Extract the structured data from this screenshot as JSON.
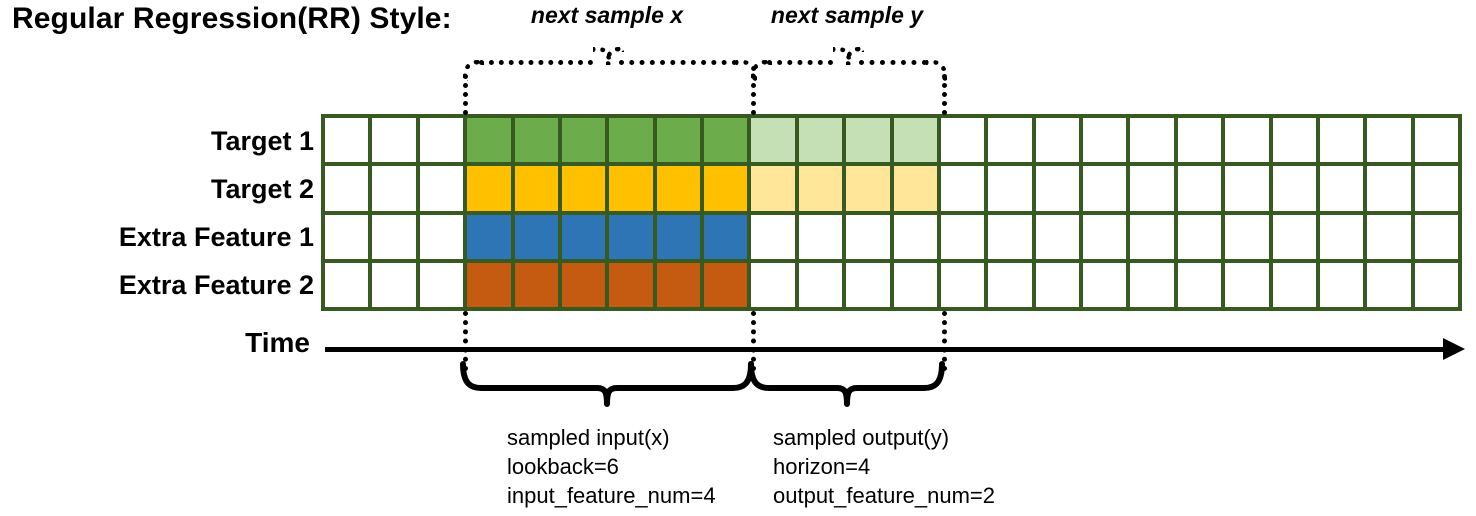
{
  "title": "Regular Regression(RR) Style:",
  "rows": [
    {
      "label": "Target 1",
      "key": "target-1"
    },
    {
      "label": "Target 2",
      "key": "target-2"
    },
    {
      "label": "Extra Feature 1",
      "key": "extra-feature-1"
    },
    {
      "label": "Extra Feature 2",
      "key": "extra-feature-2"
    }
  ],
  "grid": {
    "total_columns": 24,
    "lead_blank_columns": 3,
    "input_columns": 6,
    "output_columns": 4,
    "trailing_blank_columns": 11,
    "cells": [
      [
        "white",
        "white",
        "white",
        "green",
        "green",
        "green",
        "green",
        "green",
        "green",
        "lgreen",
        "lgreen",
        "lgreen",
        "lgreen",
        "white",
        "white",
        "white",
        "white",
        "white",
        "white",
        "white",
        "white",
        "white",
        "white",
        "white"
      ],
      [
        "white",
        "white",
        "white",
        "yellow",
        "yellow",
        "yellow",
        "yellow",
        "yellow",
        "yellow",
        "lyellow",
        "lyellow",
        "lyellow",
        "lyellow",
        "white",
        "white",
        "white",
        "white",
        "white",
        "white",
        "white",
        "white",
        "white",
        "white",
        "white"
      ],
      [
        "white",
        "white",
        "white",
        "blue",
        "blue",
        "blue",
        "blue",
        "blue",
        "blue",
        "white",
        "white",
        "white",
        "white",
        "white",
        "white",
        "white",
        "white",
        "white",
        "white",
        "white",
        "white",
        "white",
        "white",
        "white"
      ],
      [
        "white",
        "white",
        "white",
        "orange",
        "orange",
        "orange",
        "orange",
        "orange",
        "orange",
        "white",
        "white",
        "white",
        "white",
        "white",
        "white",
        "white",
        "white",
        "white",
        "white",
        "white",
        "white",
        "white",
        "white",
        "white"
      ]
    ]
  },
  "colors": {
    "grid_border": "#375A20",
    "green": "#6CAC4A",
    "light_green": "#C5E0B4",
    "yellow": "#FFC000",
    "light_yellow": "#FFE699",
    "blue": "#2E75B6",
    "orange": "#C55A11",
    "axis": "#000000"
  },
  "top_annotations": [
    {
      "label": "next sample x",
      "key": "next-sample-x"
    },
    {
      "label": "next sample y",
      "key": "next-sample-y"
    }
  ],
  "time_axis": {
    "label": "Time"
  },
  "bottom_annotations": [
    {
      "key": "sampled-input",
      "lines": [
        "sampled input(x)",
        "lookback=6",
        "input_feature_num=4"
      ]
    },
    {
      "key": "sampled-output",
      "lines": [
        "sampled output(y)",
        "horizon=4",
        "output_feature_num=2"
      ]
    }
  ]
}
